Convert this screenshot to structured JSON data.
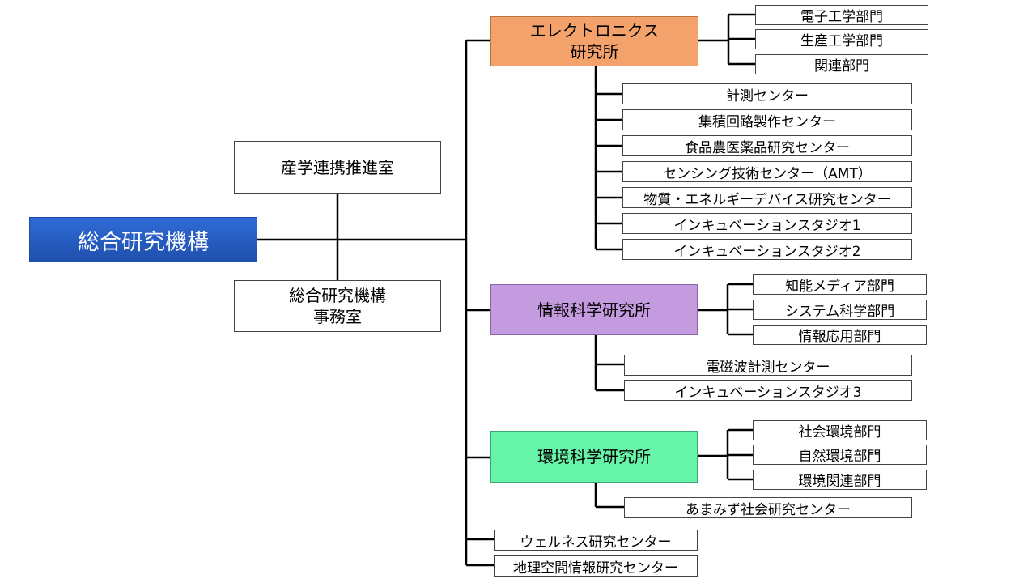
{
  "root": {
    "label": "総合研究機構",
    "color": "#2a60c8"
  },
  "side_offices": [
    {
      "lines": [
        "産学連携推進室"
      ]
    },
    {
      "lines": [
        "総合研究機構",
        "事務室"
      ]
    }
  ],
  "institutes": [
    {
      "lines": [
        "エレクトロニクス",
        "研究所"
      ],
      "color": "#f4a26c",
      "departments": [
        "電子工学部門",
        "生産工学部門",
        "関連部門"
      ],
      "centers": [
        "計測センター",
        "集積回路製作センター",
        "食品農医薬品研究センター",
        "センシング技術センター（AMT）",
        "物質・エネルギーデバイス研究センター",
        "インキュベーションスタジオ1",
        "インキュベーションスタジオ2"
      ]
    },
    {
      "lines": [
        "情報科学研究所"
      ],
      "color": "#c59be0",
      "departments": [
        "知能メディア部門",
        "システム科学部門",
        "情報応用部門"
      ],
      "centers": [
        "電磁波計測センター",
        "インキュベーションスタジオ3"
      ]
    },
    {
      "lines": [
        "環境科学研究所"
      ],
      "color": "#66f4a8",
      "departments": [
        "社会環境部門",
        "自然環境部門",
        "環境関連部門"
      ],
      "centers": [
        "あまみず社会研究センター"
      ]
    }
  ],
  "direct_centers": [
    "ウェルネス研究センター",
    "地理空間情報研究センター"
  ]
}
